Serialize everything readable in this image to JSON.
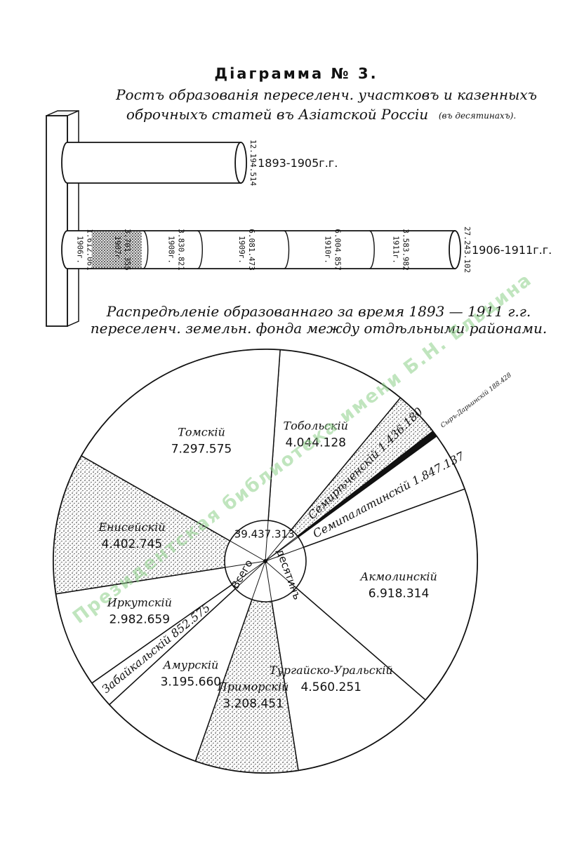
{
  "header": {
    "title": "Діаграмма № 3.",
    "subtitle_line1": "Ростъ образованія переселенч. участковъ и казенныхъ",
    "subtitle_line2": "оброчныхъ статей въ Азіатской Россіи",
    "subtitle_unit": "(въ десятинахъ)."
  },
  "pie_heading": {
    "line1": "Распредѣленіе образованнаго за время 1893 — 1911 г.г.",
    "line2": "переселенч. земельн. фонда между отдѣльными районами."
  },
  "watermark": "Президентская библиотека имени Б.Н. Ельцина",
  "chart_data": [
    {
      "type": "bar",
      "title": "Ростъ образованія переселенч. участковъ и казенныхъ оброчныхъ статей въ Азіатской Россіи (въ десятинахъ).",
      "categories": [
        "1893-1905г.г.",
        "1906-1911г.г."
      ],
      "series": [
        {
          "values": [
            12194514,
            27243102
          ]
        }
      ],
      "bar_labels": [
        "12.194.514",
        "27.243.102"
      ],
      "segments_1906_1911": [
        {
          "label": "1906г.",
          "value_text": "1.612.061",
          "value": 1612061,
          "dotted": false
        },
        {
          "label": "1907г.",
          "value_text": "3.701.355",
          "value": 3701355,
          "dotted": true
        },
        {
          "label": "1908г.",
          "value_text": "3.830.821",
          "value": 3830821,
          "dotted": false
        },
        {
          "label": "1909г.",
          "value_text": "6.081.473",
          "value": 6081473,
          "dotted": false
        },
        {
          "label": "1910г.",
          "value_text": "6.004.857",
          "value": 6004857,
          "dotted": false
        },
        {
          "label": "1911г.",
          "value_text": "3.583.982",
          "value": 3583982,
          "dotted": false
        }
      ]
    },
    {
      "type": "pie",
      "title": "Распредѣленіе образованнаго за время 1893 — 1911 г.г. переселенч. земельн. фонда между отдѣльными районами.",
      "total_label_parts": [
        "Всего",
        "39.437.313",
        "десятинъ"
      ],
      "total": 39437313,
      "slices": [
        {
          "name": "Тобольскій",
          "value_text": "4.044.128",
          "value": 4044128,
          "fill": "white"
        },
        {
          "name": "Семирѣченскій",
          "value_text": "1.436.180",
          "value": 1436180,
          "fill": "dots"
        },
        {
          "name": "Сыръ-Дарьинскій",
          "value_text": "188.428",
          "value": 188428,
          "fill": "black"
        },
        {
          "name": "Семипалатинскій",
          "value_text": "1.847.137",
          "value": 1847137,
          "fill": "white"
        },
        {
          "name": "Акмолинскій",
          "value_text": "6.918.314",
          "value": 6918314,
          "fill": "white"
        },
        {
          "name": "Тургайско-Уральскій",
          "value_text": "4.560.251",
          "value": 4560251,
          "fill": "white"
        },
        {
          "name": "Приморскій",
          "value_text": "3.208.451",
          "value": 3208451,
          "fill": "dots"
        },
        {
          "name": "Амурскій",
          "value_text": "3.195.660",
          "value": 3195660,
          "fill": "white"
        },
        {
          "name": "Забайкальскій",
          "value_text": "852.575",
          "value": 852575,
          "fill": "white"
        },
        {
          "name": "Иркутскій",
          "value_text": "2.982.659",
          "value": 2982659,
          "fill": "white"
        },
        {
          "name": "Енисейскій",
          "value_text": "4.402.745",
          "value": 4402745,
          "fill": "dots"
        },
        {
          "name": "Томскій",
          "value_text": "7.297.575",
          "value": 7297575,
          "fill": "white"
        }
      ]
    }
  ]
}
